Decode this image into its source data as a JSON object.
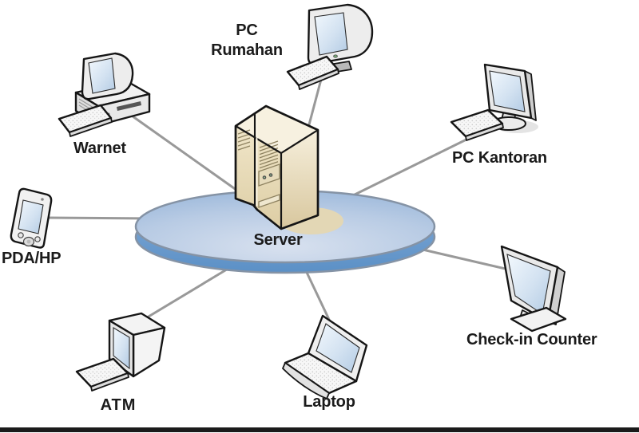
{
  "diagram_type": "network-topology",
  "hub": {
    "label": "Server",
    "icon": "server-tower-icon",
    "platform": "network-disk"
  },
  "nodes": [
    {
      "id": "pc-rumahan",
      "label": "PC\nRumahan",
      "icon": "crt-desktop-icon"
    },
    {
      "id": "warnet",
      "label": "Warnet",
      "icon": "desktop-pc-icon"
    },
    {
      "id": "pda-hp",
      "label": "PDA/HP",
      "icon": "pda-icon"
    },
    {
      "id": "atm",
      "label": "ATM",
      "icon": "atm-terminal-icon"
    },
    {
      "id": "laptop",
      "label": "Laptop",
      "icon": "laptop-icon"
    },
    {
      "id": "check-in-counter",
      "label": "Check-in Counter",
      "icon": "lcd-monitor-icon"
    },
    {
      "id": "pc-kantoran",
      "label": "PC Kantoran",
      "icon": "lcd-desktop-icon"
    }
  ],
  "colors": {
    "line": "#999999",
    "outline": "#151515",
    "label": "#1b1b1b",
    "disk-border": "#8593a5",
    "disk-top": "#aac3e0",
    "disk-rim": "#6699cc",
    "tower-front": "#e9ddba",
    "screen-blue": "#c0d4e8",
    "device-body": "#ededed",
    "shadow-tan": "#e3d7b5",
    "bottom-bar": "#1a1a1a"
  }
}
